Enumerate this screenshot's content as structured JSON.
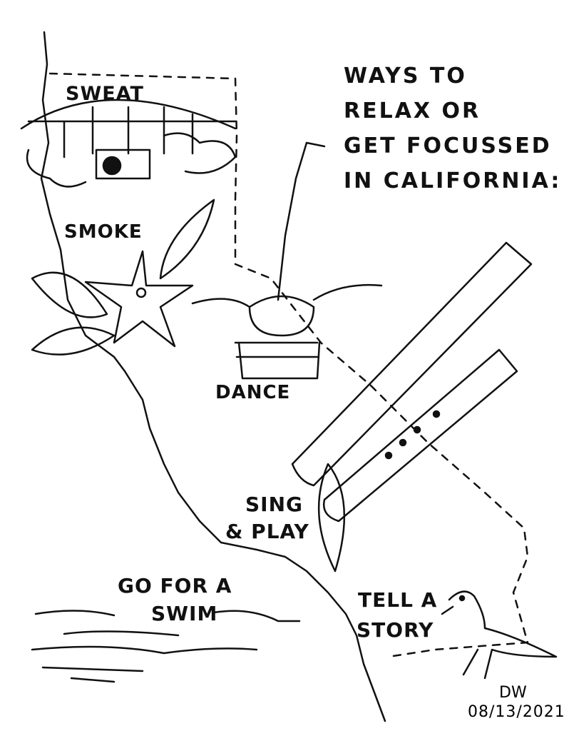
{
  "title": {
    "lines": [
      "WAYS TO",
      "RELAX OR",
      "GET FOCUSSED",
      "IN CALIFORNIA:"
    ]
  },
  "labels": {
    "sweat": "SWEAT",
    "smoke": "SMOKE",
    "dance": "DANCE",
    "sing": "SING",
    "play": "& PLAY",
    "swim_line1": "GO FOR A",
    "swim_line2": "SWIM",
    "story_line1": "TELL A",
    "story_line2": "STORY"
  },
  "signature": "DW",
  "date": "08/13/2021",
  "colors": {
    "ink": "#111111",
    "paper": "#ffffff"
  }
}
